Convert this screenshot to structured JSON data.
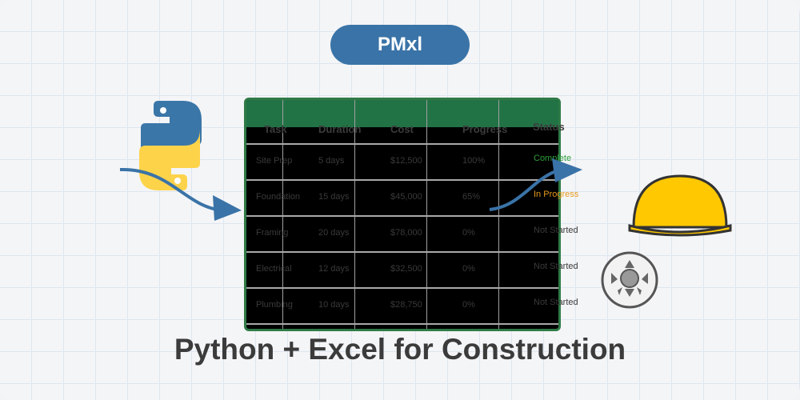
{
  "badge": {
    "label": "PMxl"
  },
  "table": {
    "headers": [
      "Task",
      "Duration",
      "Cost",
      "Progress",
      "Status"
    ],
    "rows": [
      {
        "task": "Site Prep",
        "duration": "5 days",
        "cost": "$12,500",
        "progress": "100%",
        "status": "Complete"
      },
      {
        "task": "Foundation",
        "duration": "15 days",
        "cost": "$45,000",
        "progress": "65%",
        "status": "In Progress"
      },
      {
        "task": "Framing",
        "duration": "20 days",
        "cost": "$78,000",
        "progress": "0%",
        "status": "Not Started"
      },
      {
        "task": "Electrical",
        "duration": "12 days",
        "cost": "$32,500",
        "progress": "0%",
        "status": "Not Started"
      },
      {
        "task": "Plumbing",
        "duration": "10 days",
        "cost": "$28,750",
        "progress": "0%",
        "status": "Not Started"
      }
    ]
  },
  "status_colors": {
    "Complete": "#2e9e3a",
    "In Progress": "#e89a1c",
    "Not Started": "#3a3a3a"
  },
  "title": "Python + Excel for Construction",
  "icons": [
    "python-logo-icon",
    "hard-hat-icon",
    "gear-icon",
    "arrow-icon"
  ],
  "colors": {
    "accent": "#3a73a7",
    "excel_green": "#217346",
    "hard_hat": "#ffc800"
  }
}
